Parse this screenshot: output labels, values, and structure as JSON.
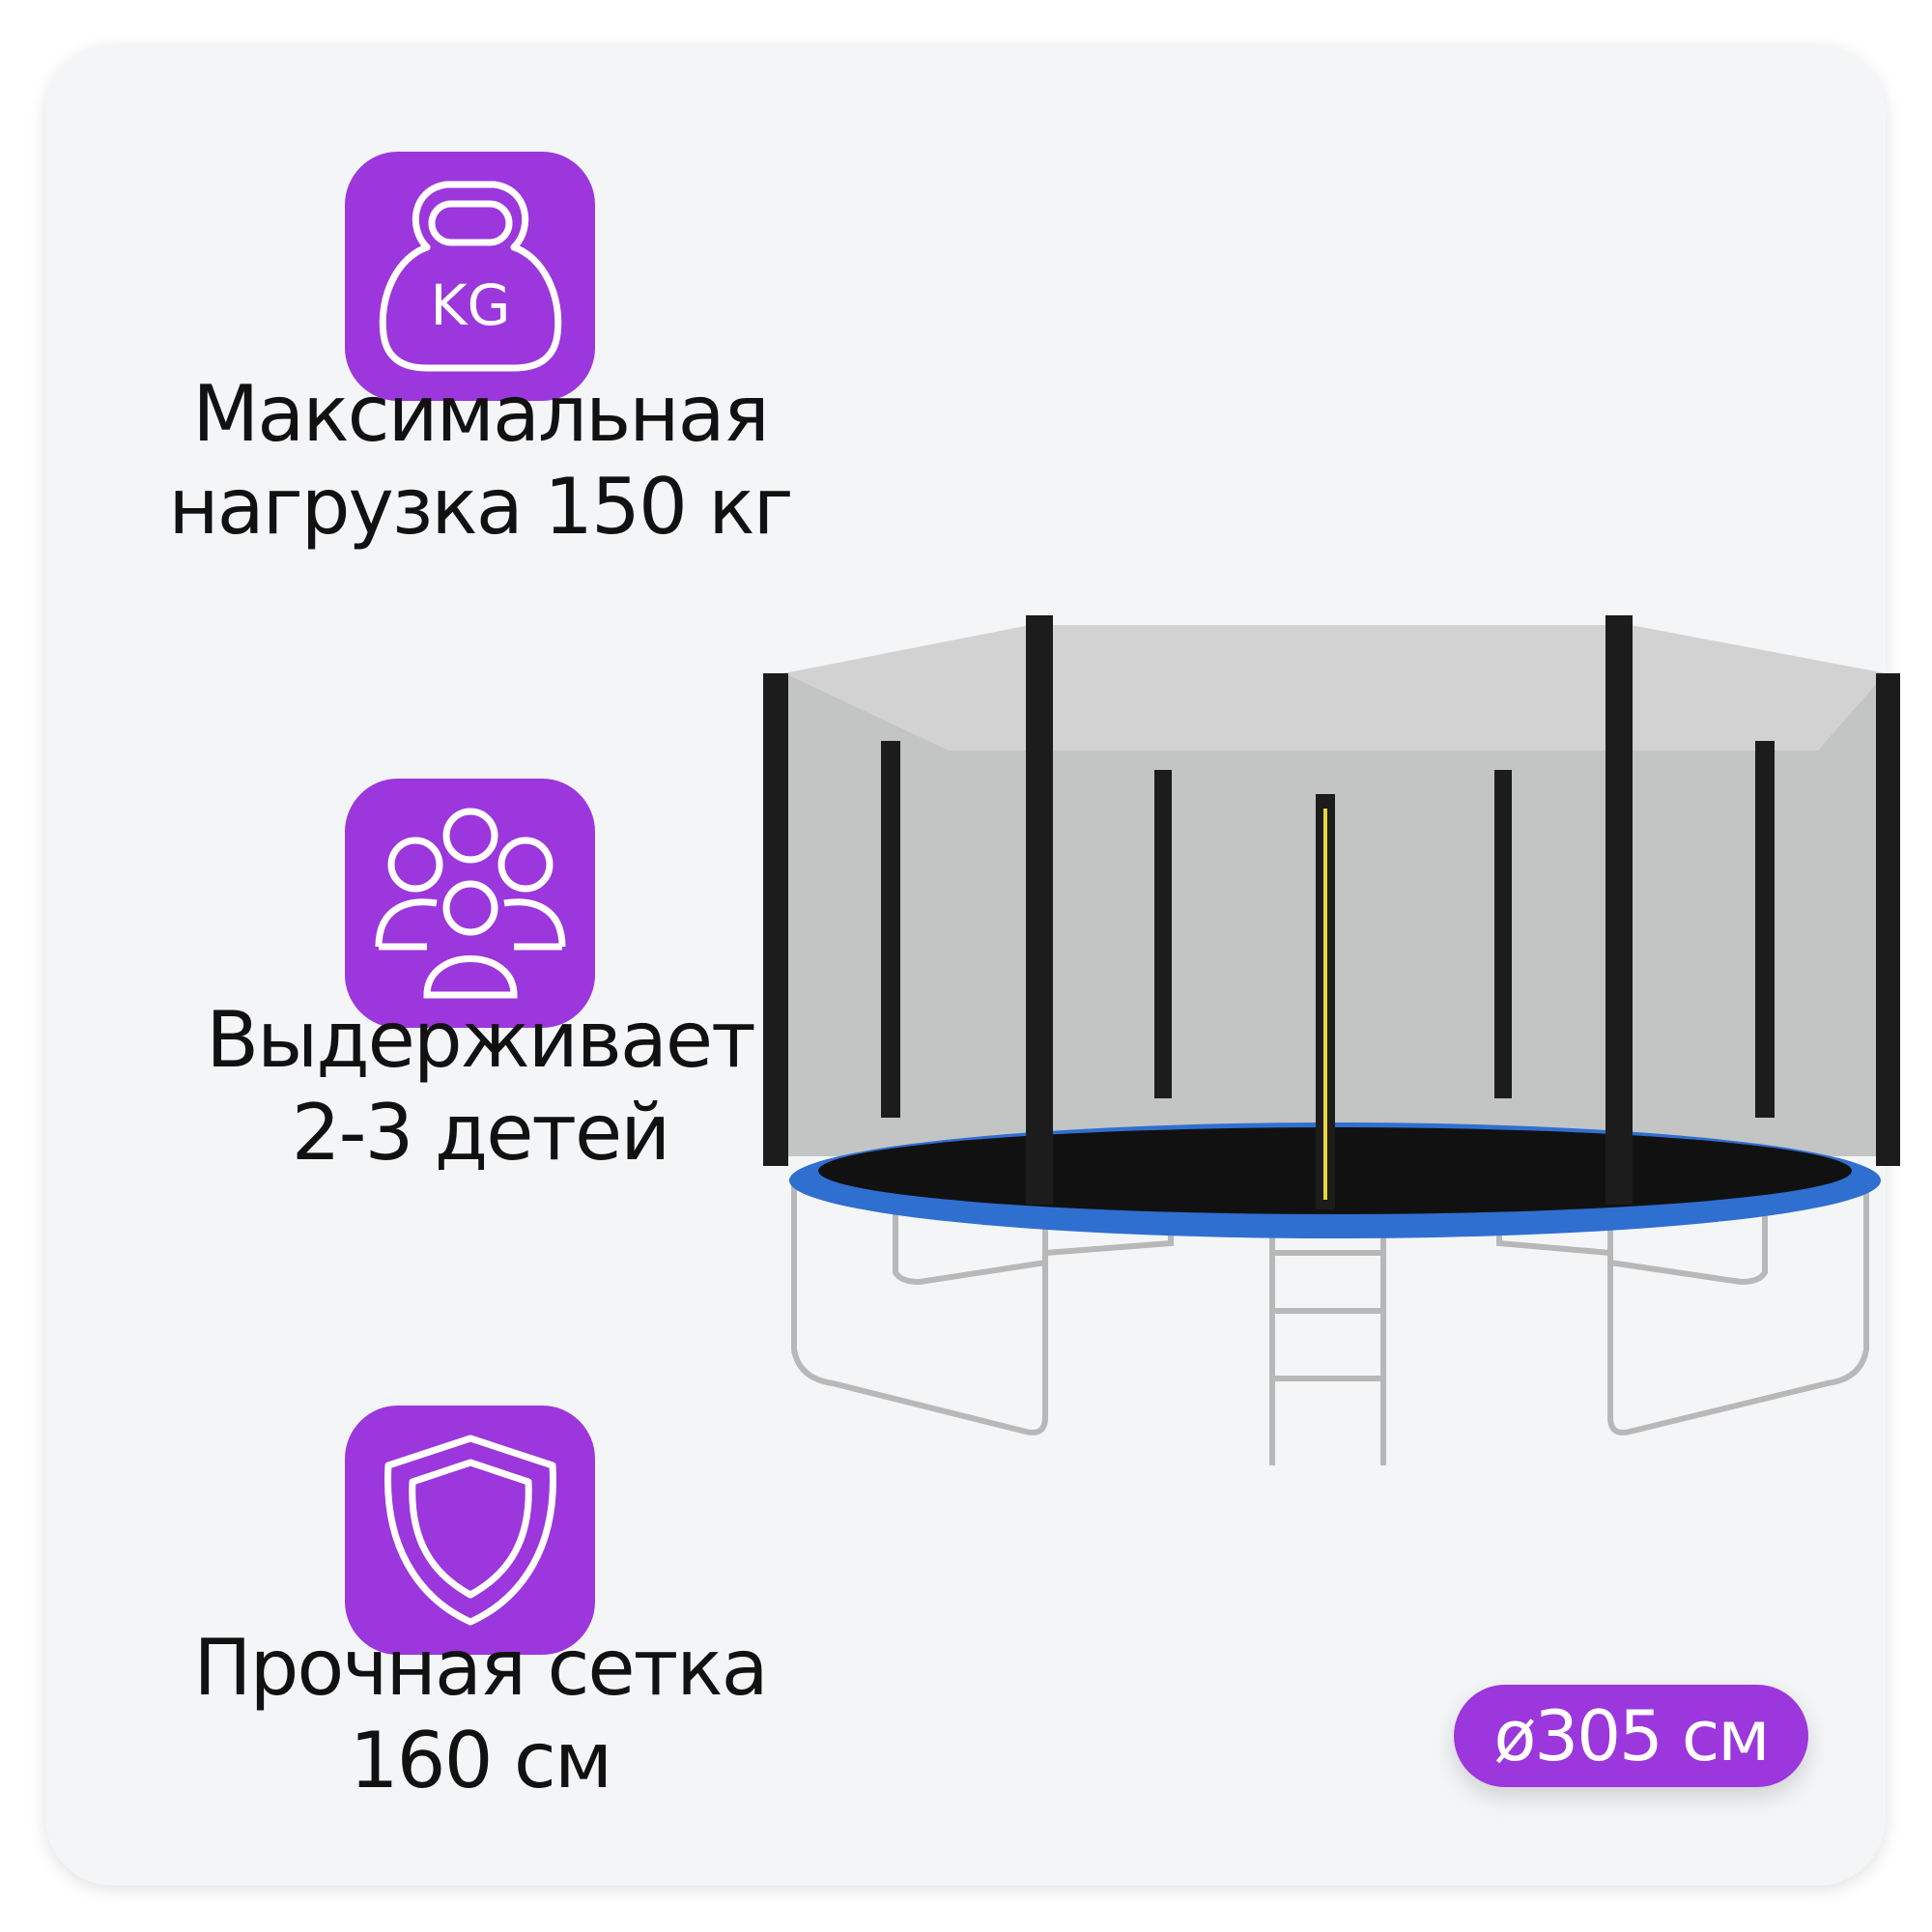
{
  "features": [
    {
      "icon": "kettlebell-icon",
      "icon_text": "KG",
      "line1": "Максимальная",
      "line2": "нагрузка 150 кг"
    },
    {
      "icon": "group-icon",
      "line1": "Выдерживает",
      "line2": "2-3 детей"
    },
    {
      "icon": "shield-icon",
      "line1": "Прочная сетка",
      "line2": "160 см"
    }
  ],
  "badge": {
    "label": "ø305 см"
  },
  "colors": {
    "accent": "#9b37dc",
    "background": "#f4f5f7",
    "trampoline_rim": "#2f6fd0"
  }
}
